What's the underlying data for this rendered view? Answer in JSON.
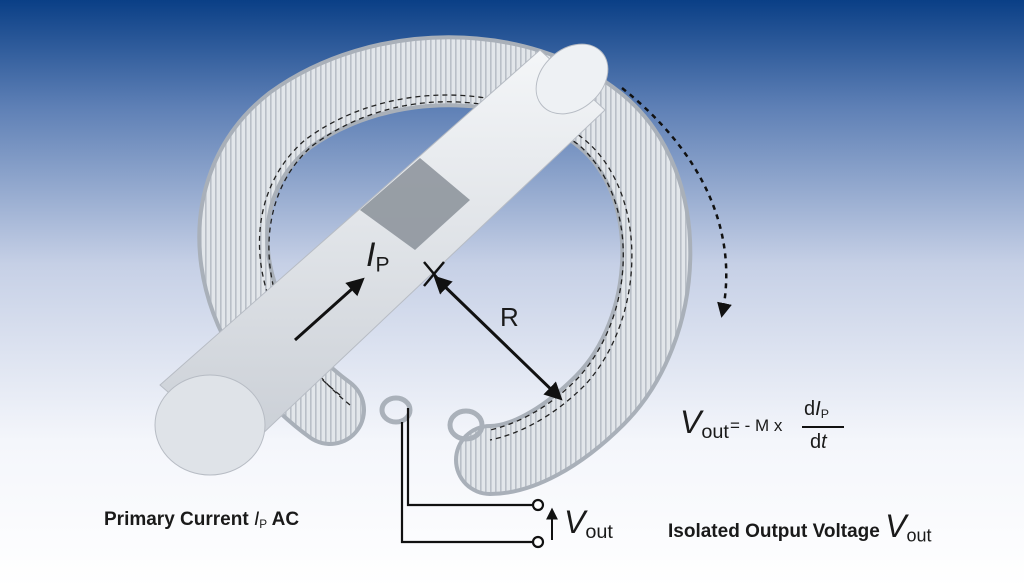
{
  "colors": {
    "bg_top": "#0a3f86",
    "bg_bottom": "#ffffff",
    "coil": "#d9dde2",
    "conductor": "#e6e9ed",
    "ink": "#111111"
  },
  "icons": {
    "current_arrow": "arrow-icon",
    "rotation_arrow": "curved-dashed-arrow-icon",
    "radius_arrow": "double-arrow-icon",
    "output_arrow": "up-arrow-icon"
  },
  "labels": {
    "current_symbol": "I",
    "current_sub": "P",
    "radius": "R",
    "primary_prefix": "Primary Current ",
    "primary_symbol": "I",
    "primary_sub": "P",
    "primary_suffix": " AC",
    "vout_symbol": "V",
    "vout_sub": "out",
    "isolated_prefix": "Isolated Output Voltage ",
    "isolated_symbol": "V",
    "isolated_sub": "out"
  },
  "formula": {
    "lhs_symbol": "V",
    "lhs_sub": "out",
    "eq": "= - M x",
    "num_d": "d",
    "num_symbol": "I",
    "num_sub": "P",
    "den_d": "d",
    "den_symbol": "t"
  }
}
